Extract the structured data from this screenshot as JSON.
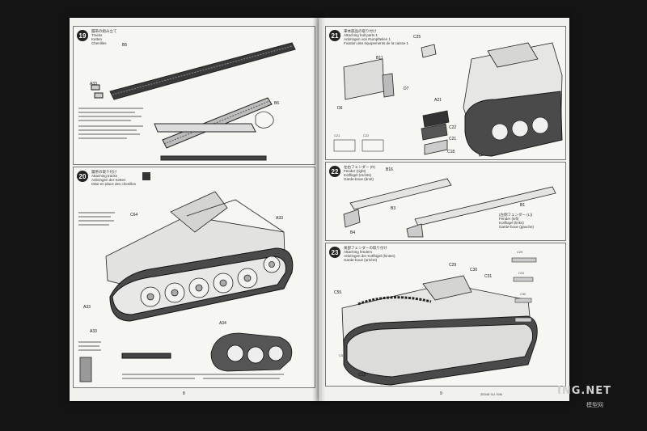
{
  "left_page": {
    "page_number": "8",
    "steps": [
      {
        "number": "19",
        "title": "履帯の組み立て\nTracks\nKetten\nChenilles",
        "labels": [
          "A33",
          "B5",
          "B6"
        ]
      },
      {
        "number": "20",
        "title": "履帯の取り付け\nAttaching tracks\nAnbringen der Ketten\nMise en place des chenilles",
        "labels": [
          "C64",
          "A33",
          "A33",
          "A34",
          "A33"
        ]
      }
    ]
  },
  "right_page": {
    "page_number": "9",
    "footer": "35348 SU-76M",
    "steps": [
      {
        "number": "21",
        "title": "車体部品の取り付け\nAttaching hull parts 1\nAnbringen von Rumpfteilen 1\nFixation des équipements de la caisse 1",
        "labels": [
          "C25",
          "B11",
          "D6",
          "D7",
          "A21",
          "C22",
          "C21",
          "C18",
          "C21",
          "C22"
        ]
      },
      {
        "number": "22",
        "title": "左右フェンダー (R)\nFender (right)\nKotflügel (rechts)\nGarde-boue (droit)",
        "labels": [
          "B16",
          "B3",
          "B4",
          "B1"
        ],
        "sub_title": "(左側フェンダー (L))\nFender (left)\nKotflügel (links)\nGarde-boue (gauche)"
      },
      {
        "number": "23",
        "title": "後部フェンダーの取り付け\nAttaching fenders\nAnbringen der Kotflügel (hinten)\nGarde-boue (arrière)",
        "labels": [
          "C29",
          "C30",
          "C31",
          "C55",
          "C12",
          "C29",
          "C31",
          "C30",
          "C55"
        ]
      }
    ]
  },
  "watermark": "ING.NET",
  "watermark_sub": "模型网"
}
